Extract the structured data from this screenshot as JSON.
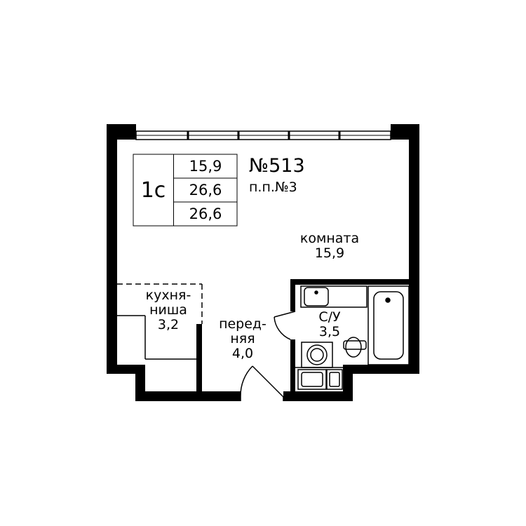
{
  "info": {
    "type": "1с",
    "areas": [
      "15,9",
      "26,6",
      "26,6"
    ],
    "apartment_number": "№513",
    "section": "п.п.№3"
  },
  "rooms": {
    "living": {
      "name": "комната",
      "area": "15,9"
    },
    "kitchen": {
      "name_line1": "кухня-",
      "name_line2": "ниша",
      "area": "3,2"
    },
    "hall": {
      "name_line1": "перед-",
      "name_line2": "няя",
      "area": "4,0"
    },
    "bath": {
      "name": "С/У",
      "area": "3,5"
    }
  },
  "colors": {
    "wall": "#000000",
    "background": "#ffffff",
    "lines": "#000000"
  }
}
